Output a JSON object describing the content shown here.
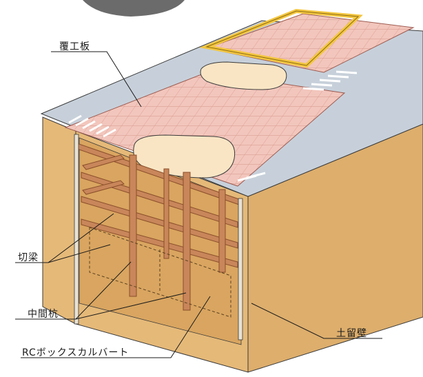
{
  "labels": {
    "covering_plate": "覆工板",
    "strut": "切梁",
    "intermediate_pile": "中間杭",
    "retaining_wall": "土留壁",
    "rc_culvert": "RCボックスカルバート"
  },
  "colors": {
    "soil": "#E5B978",
    "soil_dark": "#D9A560",
    "soil_right": "#DDAE6C",
    "deck": "#F2C6BC",
    "deck_grid": "#D99A90",
    "road": "#C7D0DA",
    "beam": "#C8865A",
    "beam_dark": "#8A4E2A",
    "railing": "#F3C640",
    "pad": "#F9E5C4",
    "outline": "#3a3a3a"
  }
}
